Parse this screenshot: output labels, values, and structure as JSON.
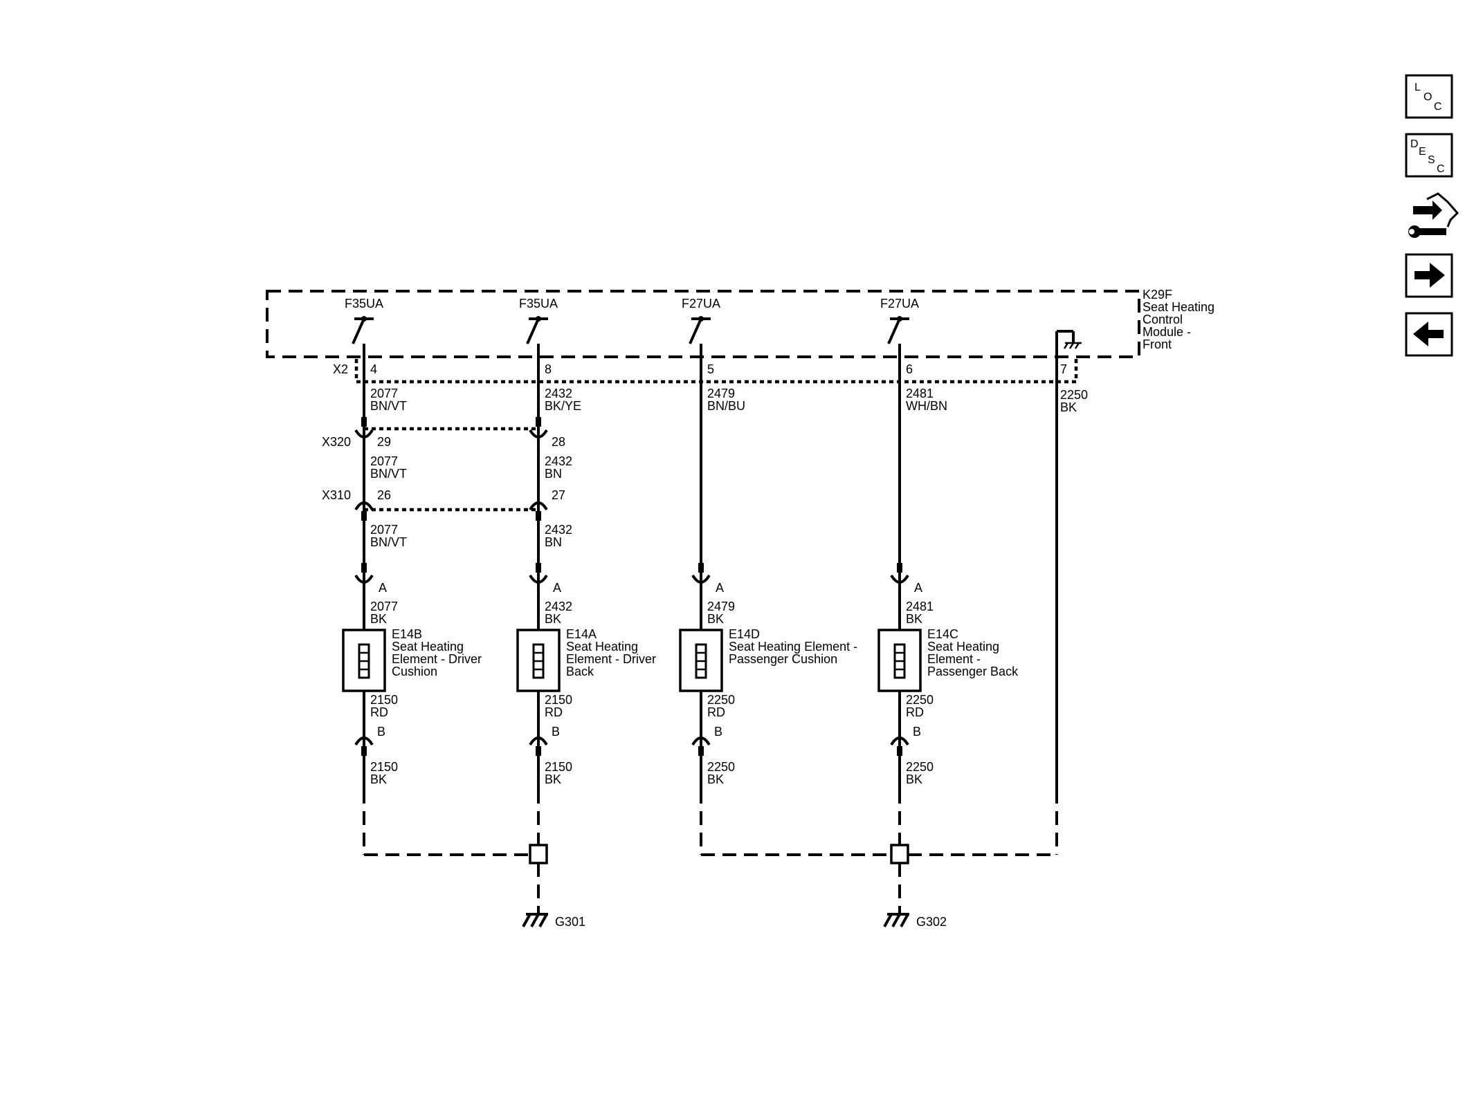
{
  "module": {
    "id": "K29F",
    "name_lines": [
      "Seat Heating",
      "Control",
      "Module -",
      "Front"
    ],
    "connector": "X2"
  },
  "fuses": [
    "F35UA",
    "F35UA",
    "F27UA",
    "F27UA"
  ],
  "pins_x2": [
    "4",
    "8",
    "5",
    "6",
    "7"
  ],
  "wires_top": [
    {
      "num": "2077",
      "color": "BN/VT"
    },
    {
      "num": "2432",
      "color": "BK/YE"
    },
    {
      "num": "2479",
      "color": "BN/BU"
    },
    {
      "num": "2481",
      "color": "WH/BN"
    },
    {
      "num": "2250",
      "color": "BK"
    }
  ],
  "x320": {
    "label": "X320",
    "pins": [
      "29",
      "28"
    ]
  },
  "wires_mid": [
    {
      "num": "2077",
      "color": "BN/VT"
    },
    {
      "num": "2432",
      "color": "BN"
    }
  ],
  "x310": {
    "label": "X310",
    "pins": [
      "26",
      "27"
    ]
  },
  "wires_low": [
    {
      "num": "2077",
      "color": "BN/VT"
    },
    {
      "num": "2432",
      "color": "BN"
    }
  ],
  "pin_a": "A",
  "pin_b": "B",
  "wires_a": [
    {
      "num": "2077",
      "color": "BK"
    },
    {
      "num": "2432",
      "color": "BK"
    },
    {
      "num": "2479",
      "color": "BK"
    },
    {
      "num": "2481",
      "color": "BK"
    }
  ],
  "elements": [
    {
      "id": "E14B",
      "lines": [
        "Seat Heating",
        "Element - Driver",
        "Cushion"
      ]
    },
    {
      "id": "E14A",
      "lines": [
        "Seat Heating",
        "Element - Driver",
        "Back"
      ]
    },
    {
      "id": "E14D",
      "lines": [
        "Seat Heating Element -",
        "Passenger Cushion"
      ]
    },
    {
      "id": "E14C",
      "lines": [
        "Seat Heating",
        "Element -",
        "Passenger Back"
      ]
    }
  ],
  "wires_out": [
    {
      "num": "2150",
      "color": "RD"
    },
    {
      "num": "2150",
      "color": "RD"
    },
    {
      "num": "2250",
      "color": "RD"
    },
    {
      "num": "2250",
      "color": "RD"
    }
  ],
  "wires_b": [
    {
      "num": "2150",
      "color": "BK"
    },
    {
      "num": "2150",
      "color": "BK"
    },
    {
      "num": "2250",
      "color": "BK"
    },
    {
      "num": "2250",
      "color": "BK"
    }
  ],
  "grounds": [
    "G301",
    "G302"
  ],
  "nav": [
    {
      "name": "loc-button",
      "icon": "loc-icon",
      "letters": [
        "L",
        "O",
        "C"
      ]
    },
    {
      "name": "desc-button",
      "icon": "desc-icon",
      "letters": [
        "D",
        "E",
        "S",
        "C"
      ]
    },
    {
      "name": "diagnostics-button",
      "icon": "connector-wrench-icon",
      "letters": []
    },
    {
      "name": "next-button",
      "icon": "arrow-right-icon",
      "letters": []
    },
    {
      "name": "previous-button",
      "icon": "arrow-left-icon",
      "letters": []
    }
  ]
}
